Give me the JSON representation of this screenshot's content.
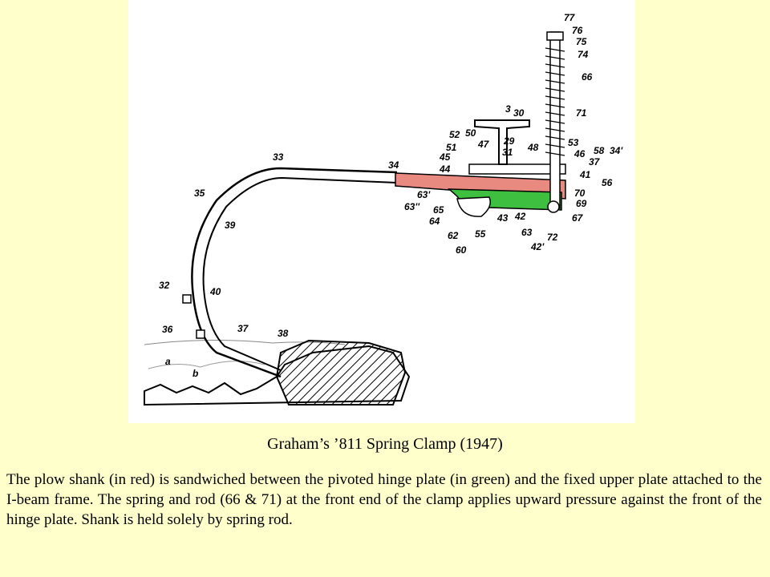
{
  "caption": "Graham’s ’811 Spring Clamp (1947)",
  "description": "The plow shank (in red) is sandwiched between the pivoted hinge plate (in green) and the fixed upper plate attached to the I-beam frame.  The spring and rod (66 & 71) at the front end of the clamp applies upward pressure against the front of the hinge plate.  Shank is held solely by spring rod.",
  "figure": {
    "part_labels": [
      "77",
      "76",
      "75",
      "74",
      "66",
      "71",
      "3",
      "30",
      "29",
      "48",
      "53",
      "46",
      "58",
      "34'",
      "37",
      "41",
      "56",
      "70",
      "69",
      "67",
      "72",
      "42'",
      "63",
      "42",
      "43",
      "55",
      "60",
      "62",
      "64",
      "65",
      "63''",
      "63'",
      "44",
      "45",
      "51",
      "52",
      "50",
      "47",
      "31",
      "34",
      "33",
      "35",
      "39",
      "32",
      "40",
      "36",
      "37",
      "38",
      "a",
      "b"
    ],
    "colors": {
      "shank": "#e88a80",
      "hinge_plate": "#3fbf3f",
      "background": "#FFFFCC"
    }
  }
}
